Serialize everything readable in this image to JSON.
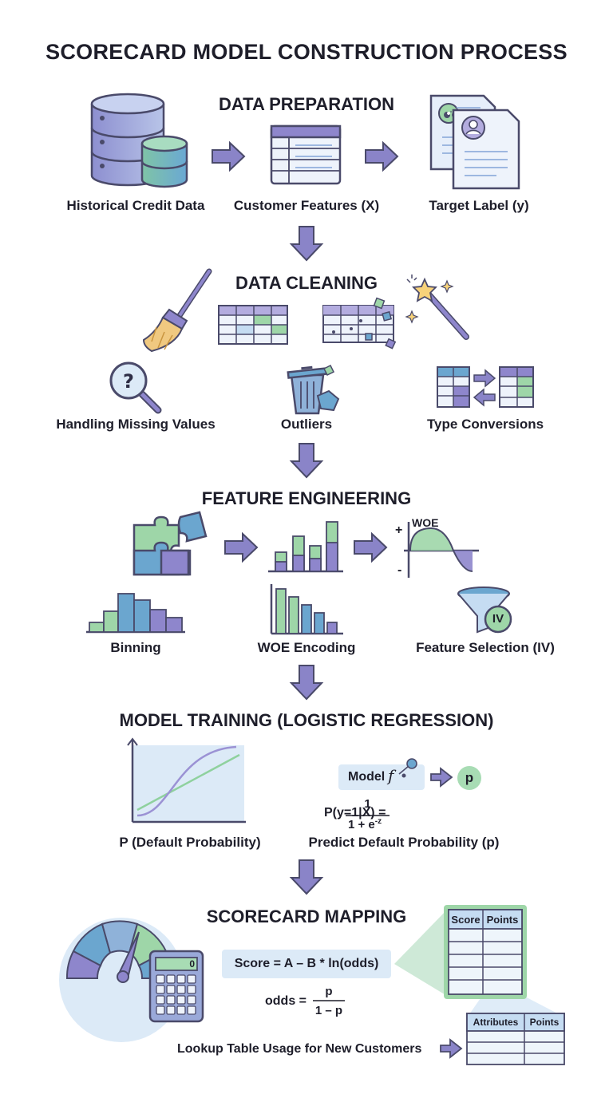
{
  "title": "SCORECARD MODEL CONSTRUCTION PROCESS",
  "sections": {
    "data_preparation": {
      "heading": "DATA PREPARATION",
      "labels": [
        "Historical Credit Data",
        "Customer Features (X)",
        "Target Label (y)"
      ]
    },
    "data_cleaning": {
      "heading": "DATA CLEANING",
      "labels": [
        "Handling Missing Values",
        "Outliers",
        "Type Conversions"
      ]
    },
    "feature_engineering": {
      "heading": "FEATURE ENGINEERING",
      "woe_axis": "WOE",
      "plus": "+",
      "minus": "-",
      "iv_badge": "IV",
      "labels": [
        "Binning",
        "WOE Encoding",
        "Feature Selection (IV)"
      ]
    },
    "model_training": {
      "heading": "MODEL TRAINING (LOGISTIC REGRESSION)",
      "model_box": "Model",
      "model_symbol": "f",
      "p_badge": "p",
      "formula_left": "P(y=1|X) =",
      "formula_num": "1",
      "formula_den": "1 + e",
      "formula_exp": "-z",
      "labels": [
        "P (Default Probability)",
        "Predict Default Probability (p)"
      ]
    },
    "scorecard_mapping": {
      "heading": "SCORECARD MAPPING",
      "score_formula": "Score = A – B * ln(odds)",
      "odds_left": "odds =",
      "odds_num": "p",
      "odds_den": "1 – p",
      "calculator_display": "0",
      "table1_headers": [
        "Score",
        "Points"
      ],
      "table2_headers": [
        "Attributes",
        "Points"
      ],
      "lookup_label": "Lookup Table Usage for New Customers"
    }
  },
  "colors": {
    "purple": "#8e86cc",
    "blue": "#6ba6cf",
    "green": "#9ed6a8",
    "light_blue": "#dceaf7",
    "arrow": "#8a84c8",
    "outline": "#4a4a6a"
  }
}
